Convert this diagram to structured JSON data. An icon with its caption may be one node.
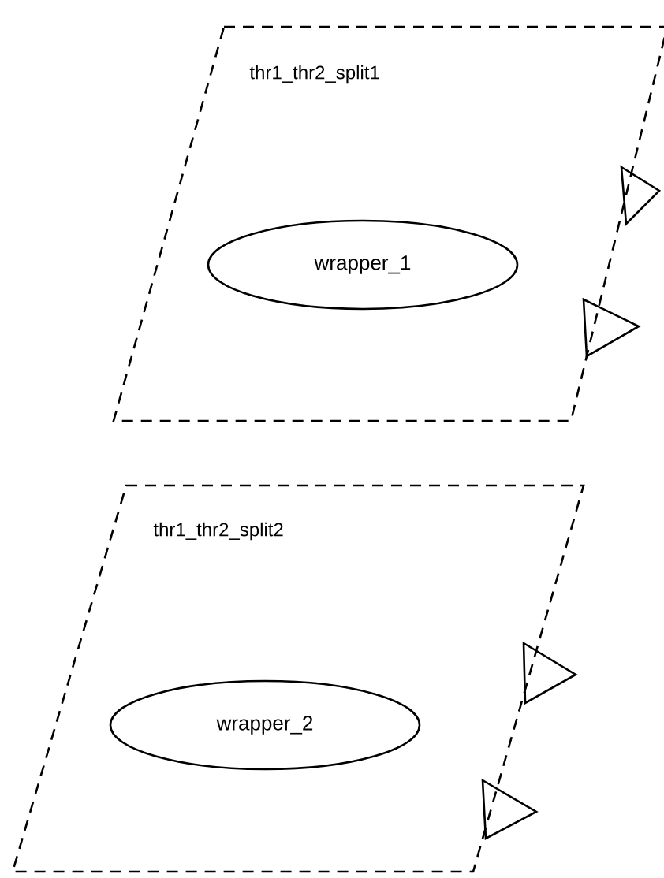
{
  "diagram": {
    "nodes": [
      {
        "text": [
          "thr1_thr2_split1"
        ]
      },
      {
        "text": [
          "wrapper_1"
        ],
        "in": 0
      },
      {
        "text": [
          "thr1_thr2_split2"
        ]
      },
      {
        "text": [
          "wrapper_2"
        ],
        "in": 2
      }
    ]
  }
}
